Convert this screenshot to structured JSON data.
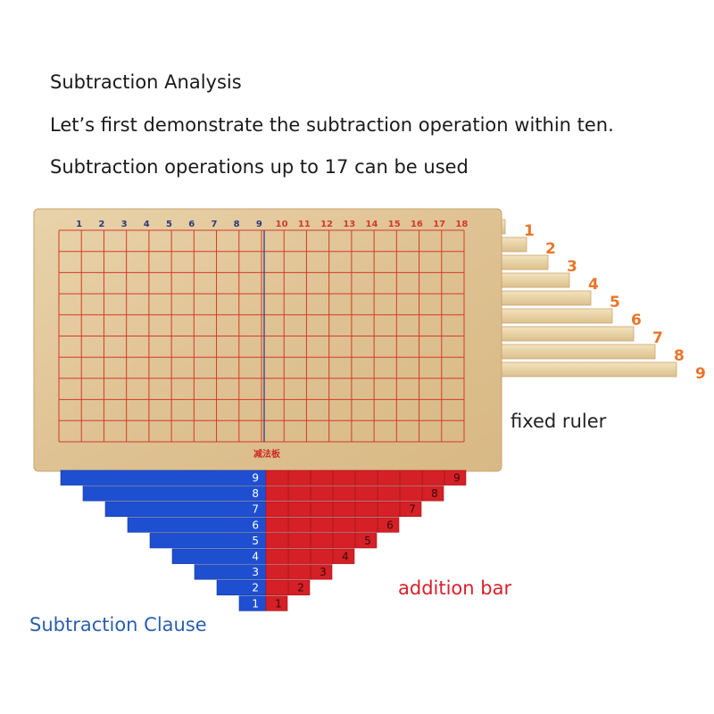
{
  "captions": {
    "title": "Subtraction Analysis",
    "line2": "Let’s first demonstrate the subtraction operation within ten.",
    "line3": "Subtraction operations up to 17 can be used"
  },
  "labels": {
    "fixed_ruler": "fixed ruler",
    "addition_bar": "addition bar",
    "subtraction_clause": "Subtraction Clause"
  },
  "board": {
    "column_numbers": [
      "1",
      "2",
      "3",
      "4",
      "5",
      "6",
      "7",
      "8",
      "9",
      "10",
      "11",
      "12",
      "13",
      "14",
      "15",
      "16",
      "17",
      "18"
    ],
    "stamp": "减法板"
  },
  "ruler_numbers": [
    "1",
    "2",
    "3",
    "4",
    "5",
    "6",
    "7",
    "8",
    "9"
  ],
  "blue_bar_numbers": [
    "9",
    "8",
    "7",
    "6",
    "5",
    "4",
    "3",
    "2",
    "1"
  ],
  "red_bar_numbers": [
    "9",
    "8",
    "7",
    "6",
    "5",
    "4",
    "3",
    "2",
    "1"
  ],
  "colors": {
    "caption_text": "#1a1a1a",
    "ruler_number": "#e8762a",
    "addition_bar_text": "#d8202a",
    "subtraction_clause_text": "#2a5fb0",
    "blue_bar": "#1f4fd1",
    "red_bar": "#d42026",
    "board_wood": "#e2c79a",
    "grid_line": "#d43a2a",
    "ruler_wood": "#ecd7a8"
  }
}
